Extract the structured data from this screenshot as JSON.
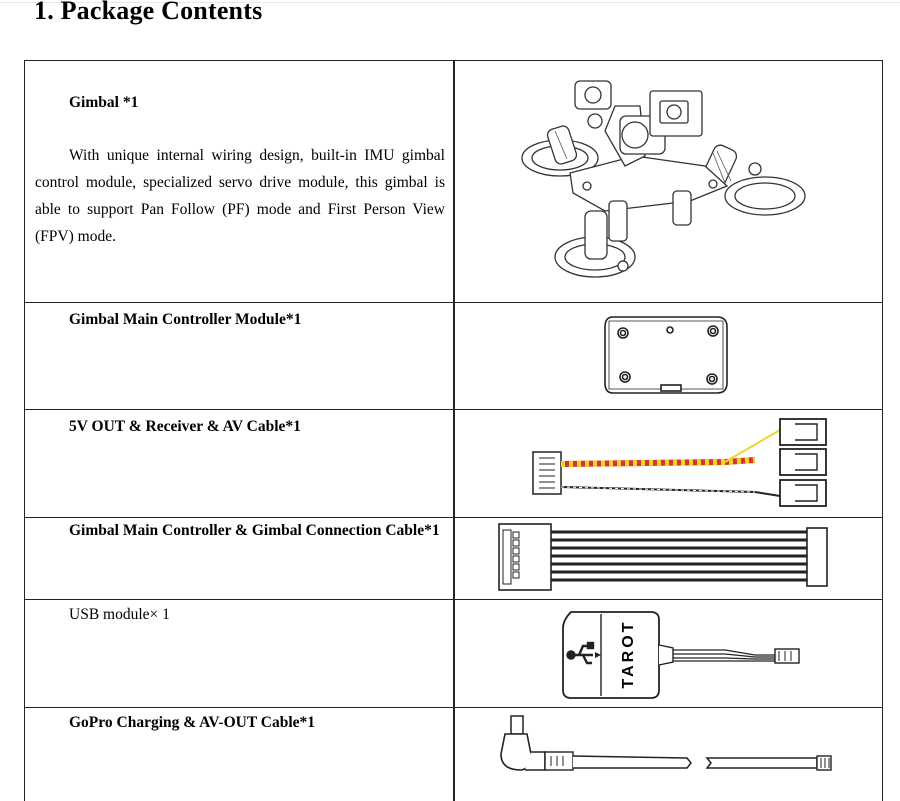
{
  "page": {
    "title": "1. Package Contents"
  },
  "items": [
    {
      "title": "Gimbal *1",
      "description": "With unique internal wiring design, built-in IMU gimbal control module, specialized servo drive module, this gimbal is able to support Pan Follow (PF) mode and First Person View (FPV) mode."
    },
    {
      "title": "Gimbal Main Controller Module*1"
    },
    {
      "title": "5V OUT & Receiver & AV Cable*1"
    },
    {
      "title": "Gimbal Main Controller & Gimbal Connection Cable*1"
    },
    {
      "title": "USB module× 1",
      "image_label": "TAROT"
    },
    {
      "title": "GoPro Charging & AV-OUT Cable*1"
    }
  ],
  "colors": {
    "wire_red": "#d8342b",
    "wire_yellow": "#f2d32a",
    "wire_black": "#222222"
  }
}
